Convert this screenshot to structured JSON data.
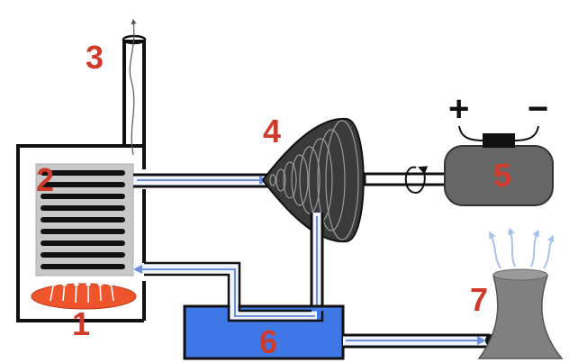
{
  "diagram": {
    "labels": [
      "1",
      "2",
      "3",
      "4",
      "5",
      "6",
      "7"
    ],
    "generator_signs": {
      "plus": "+",
      "minus": "−"
    }
  },
  "colors": {
    "label": "#cf3a2a",
    "label_on_grey": "#cf3a2a",
    "structure": "#111111",
    "pipe_flow": "#6e8fd9",
    "pipe_fill": "#eef3ff",
    "furnace_fill": "#c8c8c8",
    "flame": "#f0542c",
    "pump_tank": "#3f77e6",
    "generator": "#666666",
    "turbine": "#3a3a3a",
    "cooling_tower": "#808080",
    "steam_arrow": "#a9c2ec"
  }
}
